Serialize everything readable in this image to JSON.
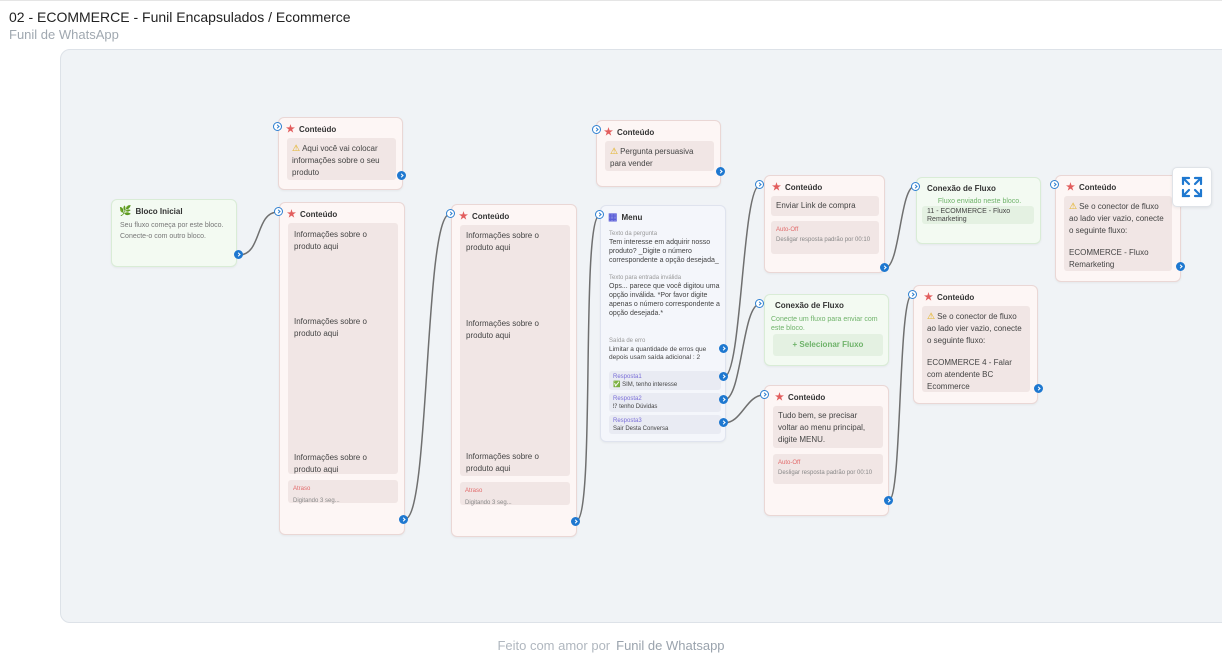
{
  "header": {
    "title": "02 - ECOMMERCE - Funil Encapsulados / Ecommerce",
    "subtitle": "Funil de WhatsApp"
  },
  "footer": {
    "text": "Feito com amor por",
    "brand": "Funil de Whatsapp"
  },
  "toolbar": {
    "expand_icon": "expand-icon"
  },
  "colors": {
    "accent": "#1e78d0",
    "star": "#e25d5d",
    "green": "#6fb36a",
    "canvas": "#f0f3f6"
  },
  "nodes": {
    "start": {
      "title": "Bloco Inicial",
      "text": "Seu fluxo começa por este bloco. Conecte-o com outro bloco."
    },
    "c1": {
      "title": "Conteúdo",
      "text": "Aqui você vai colocar informações sobre o seu produto"
    },
    "c2": {
      "title": "Conteúdo",
      "items": [
        "Informações sobre o produto aqui",
        "Informações sobre o produto aqui",
        "Informações sobre o produto aqui"
      ],
      "delay_label": "Atraso",
      "delay_text": "Digitando 3 seg..."
    },
    "c3": {
      "title": "Conteúdo",
      "items": [
        "Informações sobre o produto aqui",
        "Informações sobre o produto aqui",
        "Informações sobre o produto aqui"
      ],
      "delay_label": "Atraso",
      "delay_text": "Digitando 3 seg..."
    },
    "c4": {
      "title": "Conteúdo",
      "text": "Pergunta persuasiva para vender"
    },
    "menu": {
      "title": "Menu",
      "q_label": "Texto da pergunta",
      "q_text": "Tem interesse em adquirir nosso produto? _Digite o número correspondente a opção desejada_",
      "inv_label": "Texto para entrada inválida",
      "inv_text": "Ops... parece que você digitou uma opção inválida. *Por favor digite apenas o número correspondente a opção desejada.*",
      "err_label": "Saída de erro",
      "err_text": "Limitar a quantidade de erros que depois usam saída adicional : 2",
      "responses": [
        {
          "label": "Resposta1",
          "text": "✅ SIM, tenho interesse"
        },
        {
          "label": "Resposta2",
          "text": "⁉ tenho Dúvidas"
        },
        {
          "label": "Resposta3",
          "text": "Sair Desta Conversa"
        }
      ]
    },
    "c5": {
      "title": "Conteúdo",
      "text": "Enviar Link de compra",
      "auto_label": "Auto-Off",
      "auto_text": "Desligar resposta padrão por 00:10"
    },
    "flow_empty": {
      "title": "Conexão de Fluxo",
      "text": "Conecte um fluxo para enviar com este bloco.",
      "button": "+ Selecionar Fluxo"
    },
    "c6": {
      "title": "Conteúdo",
      "text": "Tudo bem, se precisar voltar ao menu principal, digite MENU.",
      "auto_label": "Auto-Off",
      "auto_text": "Desligar resposta padrão por 00:10"
    },
    "flow_sent": {
      "title": "Conexão de Fluxo",
      "text": "Fluxo enviado neste bloco.",
      "flow": "11 - ECOMMERCE - Fluxo Remarketing"
    },
    "c7": {
      "title": "Conteúdo",
      "text": "Se o conector de fluxo ao lado vier vazio, conecte o seguinte fluxo:",
      "flow": "ECOMMERCE - Fluxo Remarketing"
    },
    "c8": {
      "title": "Conteúdo",
      "text": "Se o conector de fluxo ao lado vier vazio, conecte o seguinte fluxo:",
      "flow": "ECOMMERCE 4 - Falar com atendente BC Ecommerce"
    }
  }
}
